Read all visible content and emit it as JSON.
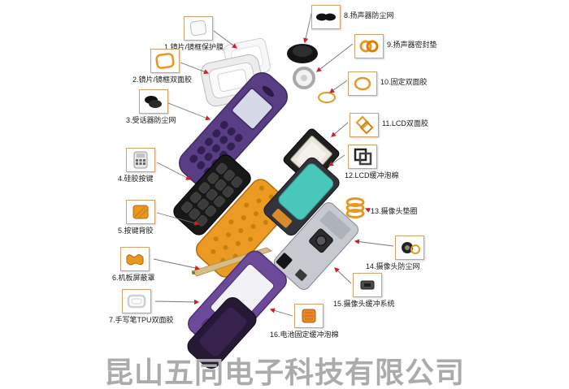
{
  "watermark": "昆山五同电子科技有限公司",
  "colors": {
    "housing_purple": "#5a3e85",
    "frame_purple": "#6d4a99",
    "adhesive_orange": "#e8971f",
    "battery_teal": "#49c7ba",
    "module_silver": "#c6cad0",
    "arrow_red": "#cc2222",
    "watermark_gray": "#ababab"
  },
  "parts": [
    {
      "num": 1,
      "label": "1.镜片/镜框保护膜",
      "icon": "protective-film-icon"
    },
    {
      "num": 2,
      "label": "2.镜片/镜框双面胶",
      "icon": "lens-frame-adhesive-icon"
    },
    {
      "num": 3,
      "label": "3.受话器防尘网",
      "icon": "receiver-dust-mesh-icon"
    },
    {
      "num": 4,
      "label": "4.硅胶按键",
      "icon": "silicone-keypad-icon"
    },
    {
      "num": 5,
      "label": "5.按键背胶",
      "icon": "keypad-adhesive-icon"
    },
    {
      "num": 6,
      "label": "6.机板屏蔽罩",
      "icon": "board-shield-icon"
    },
    {
      "num": 7,
      "label": "7.手写笔TPU双面胶",
      "icon": "stylus-tpu-adhesive-icon"
    },
    {
      "num": 8,
      "label": "8.扬声器防尘网",
      "icon": "speaker-dust-mesh-icon"
    },
    {
      "num": 9,
      "label": "9.扬声器密封垫",
      "icon": "speaker-gasket-icon"
    },
    {
      "num": 10,
      "label": "10.固定双面胶",
      "icon": "fixing-adhesive-icon"
    },
    {
      "num": 11,
      "label": "11.LCD双面胶",
      "icon": "lcd-adhesive-icon"
    },
    {
      "num": 12,
      "label": "12.LCD缓冲泡棉",
      "icon": "lcd-foam-icon"
    },
    {
      "num": 13,
      "label": "13.摄像头垫圈",
      "icon": "camera-gasket-icon"
    },
    {
      "num": 14,
      "label": "14.摄像头防尘网",
      "icon": "camera-dust-mesh-icon"
    },
    {
      "num": 15,
      "label": "15.摄像头缓冲系统",
      "icon": "camera-buffer-icon"
    },
    {
      "num": 16,
      "label": "16.电池固定缓冲泡棉",
      "icon": "battery-foam-icon"
    }
  ]
}
